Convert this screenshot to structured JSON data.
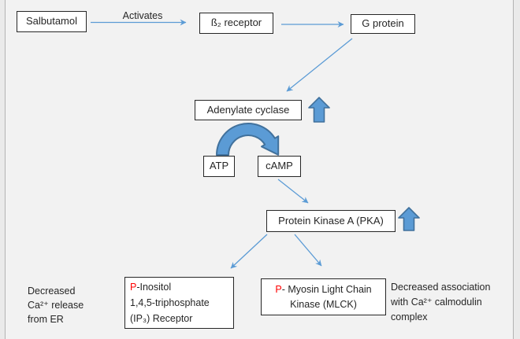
{
  "palette": {
    "arrow_blue": "#5b9bd5",
    "arrow_dark_blue": "#41719c",
    "phospho_red": "#ff0000",
    "box_border": "#262626",
    "background": "#f2f2f2",
    "page_edge_line": "#b3b3b3"
  },
  "nodes": {
    "salbutamol": {
      "label": "Salbutamol"
    },
    "b2_receptor": {
      "label": "ß₂ receptor"
    },
    "g_protein": {
      "label": "G protein"
    },
    "adenylate_cyclase": {
      "label": "Adenylate cyclase"
    },
    "atp": {
      "label": "ATP"
    },
    "camp": {
      "label": "cAMP"
    },
    "pka": {
      "label": "Protein Kinase A (PKA)"
    },
    "ip3_receptor": {
      "p_prefix": "P",
      "line1_rest": "-Inositol",
      "line2": "1,4,5-triphosphate",
      "line3": "(IP₃) Receptor"
    },
    "mlck": {
      "p_prefix": "P",
      "line1_rest": "- Myosin Light Chain",
      "line2": "Kinase (MLCK)"
    }
  },
  "edges": {
    "activates_label": "Activates"
  },
  "notes": {
    "left": {
      "line1": "Decreased",
      "line2": "Ca²⁺ release",
      "line3": "from ER"
    },
    "right": {
      "line1": "Decreased association",
      "line2": "with Ca²⁺ calmodulin",
      "line3": "complex"
    }
  }
}
